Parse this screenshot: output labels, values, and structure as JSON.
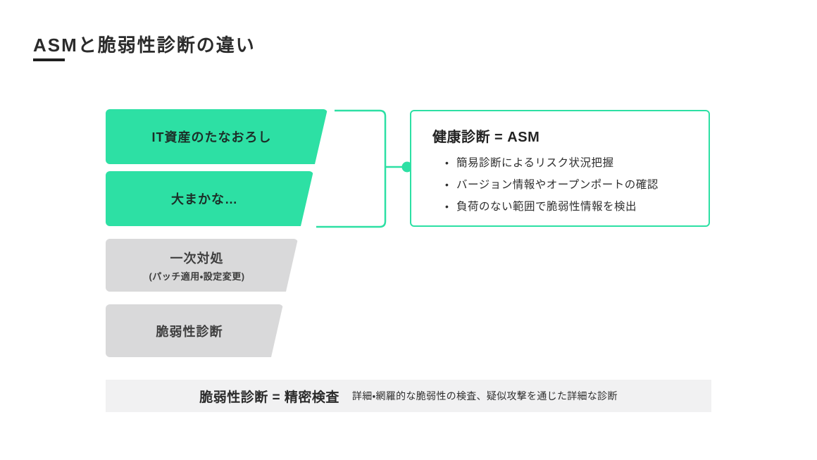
{
  "page": {
    "title": "ASMと脆弱性診断の違い"
  },
  "colors": {
    "accent_green": "#2de0a4",
    "step_gray": "#d9d9da",
    "bottom_bar_gray": "#f1f1f2",
    "text_dark": "#2b2b2b",
    "underline_black": "#1f1f1f"
  },
  "flow_steps": [
    {
      "label": "IT資産のたなおろし",
      "variant": "green"
    },
    {
      "label": "大まかな…",
      "variant": "green"
    },
    {
      "label": "一次対処",
      "sublabel": "(パッチ適用・設定変更)",
      "variant": "gray"
    },
    {
      "label": "脆弱性診断",
      "variant": "gray"
    }
  ],
  "asm_box": {
    "title": "健康診断 = ASM",
    "bullets": [
      "簡易診断によるリスク状況把握",
      "バージョン情報やオープンポートの確認",
      "負荷のない範囲で脆弱性情報を検出"
    ]
  },
  "bottom_bar": {
    "title": "脆弱性診断 = 精密検査",
    "description": "詳細・網羅的な脆弱性の検査、疑似攻撃を通じた詳細な診断"
  }
}
